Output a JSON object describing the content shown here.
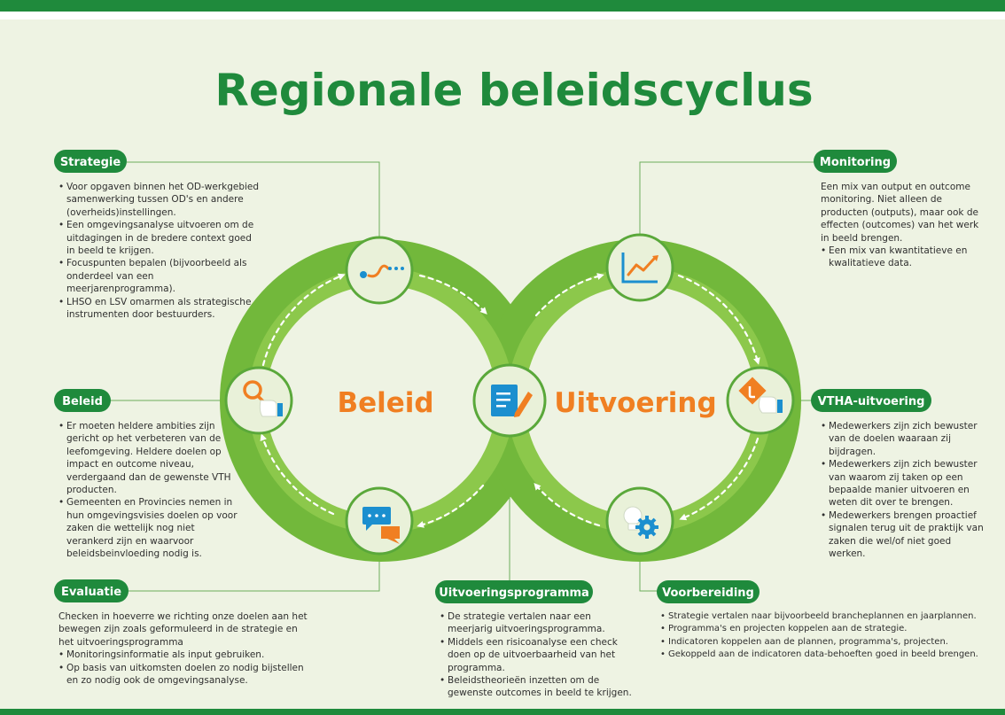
{
  "title": "Regionale beleidscyclus",
  "colors": {
    "green_dark": "#1f8a3c",
    "green_light": "#7dc242",
    "orange": "#f07f22",
    "blue": "#1b8fcf",
    "background": "#eef3e3"
  },
  "center_labels": {
    "left": "Beleid",
    "right": "Uitvoering"
  },
  "nodes": [
    {
      "name": "strategie-node",
      "icon": "path-icon"
    },
    {
      "name": "beleid-node",
      "icon": "magnifier-hand-icon"
    },
    {
      "name": "evaluatie-node",
      "icon": "chat-bubbles-icon"
    },
    {
      "name": "uitvoeringsprogramma-node",
      "icon": "document-pen-icon"
    },
    {
      "name": "monitoring-node",
      "icon": "line-graph-icon"
    },
    {
      "name": "vtha-node",
      "icon": "pointing-hand-icon"
    },
    {
      "name": "voorbereiding-node",
      "icon": "lightbulb-gear-icon"
    }
  ],
  "sections": {
    "strategie": {
      "label": "Strategie",
      "bullets": [
        "Voor opgaven binnen het OD-werkgebied samenwerking tussen OD's en andere (overheids)instellingen.",
        "Een omgevingsanalyse uitvoeren om de uitdagingen in de bredere context goed in beeld te krijgen.",
        "Focuspunten bepalen (bijvoorbeeld als onderdeel van een meerjarenprogramma).",
        "LHSO en LSV omarmen als strategische instrumenten door bestuurders."
      ]
    },
    "beleid": {
      "label": "Beleid",
      "bullets": [
        "Er moeten heldere ambities zijn gericht op het verbeteren van de leefomgeving. Heldere doelen op impact en outcome niveau, verdergaand dan de gewenste VTH producten.",
        "Gemeenten en Provincies nemen in hun omgevingsvisies doelen op voor zaken die wettelijk nog niet verankerd zijn en waarvoor beleidsbeinvloeding nodig is."
      ]
    },
    "evaluatie": {
      "label": "Evaluatie",
      "intro": "Checken in hoeverre we richting onze doelen aan het bewegen zijn zoals geformuleerd in de strategie en het uitvoeringsprogramma",
      "bullets": [
        "Monitoringsinformatie als input gebruiken.",
        "Op basis van uitkomsten doelen zo nodig bijstellen en zo nodig ook de omgevingsanalyse."
      ]
    },
    "uitvoeringsprogramma": {
      "label": "Uitvoeringsprogramma",
      "bullets": [
        "De strategie vertalen naar een meerjarig uitvoeringsprogramma.",
        "Middels een risicoanalyse een check doen op de uitvoerbaarheid van het programma.",
        "Beleidstheorieën inzetten om de gewenste outcomes in beeld te krijgen."
      ]
    },
    "voorbereiding": {
      "label": "Voorbereiding",
      "bullets": [
        "Strategie vertalen naar bijvoorbeeld brancheplannen en jaarplannen.",
        "Programma's en projecten koppelen aan de strategie.",
        "Indicatoren koppelen aan de plannen, programma's, projecten.",
        "Gekoppeld aan de indicatoren data-behoeften goed in beeld brengen."
      ]
    },
    "monitoring": {
      "label": "Monitoring",
      "intro": "Een mix van output en outcome monitoring. Niet alleen de producten (outputs), maar ook de effecten (outcomes) van het werk in beeld brengen.",
      "bullets": [
        "Een mix van kwantitatieve en kwalitatieve data."
      ]
    },
    "vtha": {
      "label": "VTHA-uitvoering",
      "bullets": [
        "Medewerkers zijn zich bewuster van de doelen waaraan zij bijdragen.",
        "Medewerkers zijn zich bewuster van waarom zij taken op een bepaalde manier uitvoeren en weten dit over te brengen.",
        "Medewerkers brengen proactief signalen terug uit de praktijk van zaken die wel/of niet goed werken."
      ]
    }
  }
}
